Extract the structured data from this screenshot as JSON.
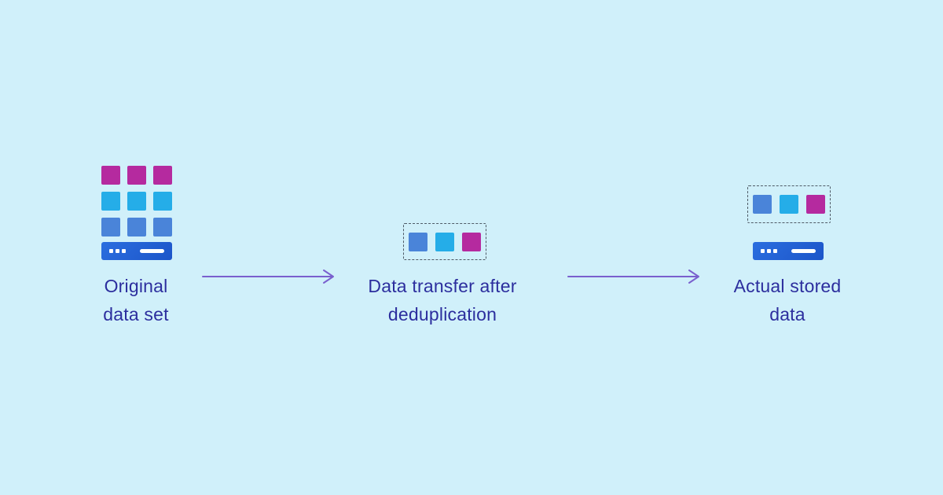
{
  "canvas": {
    "bg": "#d0f0fa"
  },
  "palette": {
    "magenta": "#b52a9f",
    "cyan": "#25ade8",
    "blue": "#4a84d9",
    "bar_blue_start": "#2b6edf",
    "bar_blue_end": "#1c55c9",
    "dashed_border": "#4e5a66",
    "text": "#2c2e9e",
    "arrow": "#7a60ce"
  },
  "diagram": {
    "stages": [
      {
        "id": "original-data-set",
        "label_line1": "Original",
        "label_line2": "data set",
        "icon": "data-blocks-grid-icon",
        "blocks_rows": [
          [
            "magenta",
            "magenta",
            "magenta"
          ],
          [
            "cyan",
            "cyan",
            "cyan"
          ],
          [
            "blue",
            "blue",
            "blue"
          ]
        ],
        "has_storage_bar": true,
        "has_dashed_box": false
      },
      {
        "id": "data-transfer-after-deduplication",
        "label_line1": "Data transfer after",
        "label_line2": "deduplication",
        "icon": "dashed-transfer-box-icon",
        "blocks_rows": [
          [
            "blue",
            "cyan",
            "magenta"
          ]
        ],
        "has_storage_bar": false,
        "has_dashed_box": true
      },
      {
        "id": "actual-stored-data",
        "label_line1": "Actual stored",
        "label_line2": "data",
        "icon": "dashed-box-with-storage-icon",
        "blocks_rows": [
          [
            "blue",
            "cyan",
            "magenta"
          ]
        ],
        "has_storage_bar": true,
        "has_dashed_box": true
      }
    ],
    "arrows": [
      {
        "from": "original-data-set",
        "to": "data-transfer-after-deduplication"
      },
      {
        "from": "data-transfer-after-deduplication",
        "to": "actual-stored-data"
      }
    ]
  }
}
